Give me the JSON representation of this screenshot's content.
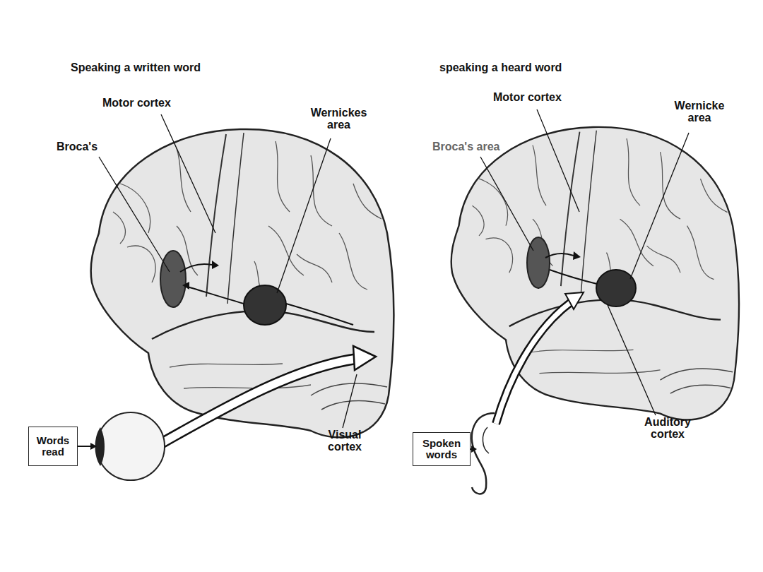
{
  "diagram": {
    "nodes": [
      {
        "text": [
          "Words read"
        ]
      },
      {
        "text": [
          "Spoken words"
        ]
      }
    ],
    "labels": [
      "Speaking a written word",
      "Motor cortex",
      "Broca's",
      "Wernickes area",
      "Visual cortex",
      "speaking a heard word",
      "Motor cortex",
      "Broca's area",
      "Wernicke area",
      "Auditory cortex"
    ]
  }
}
